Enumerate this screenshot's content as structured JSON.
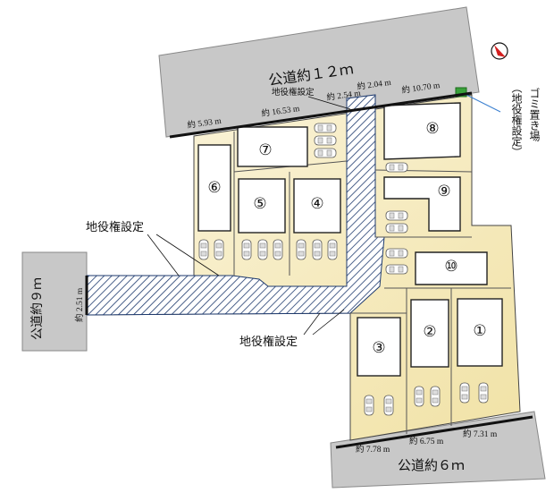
{
  "roads": {
    "north": "公道約１２ｍ",
    "west": "公道約９ｍ",
    "south": "公道約６ｍ"
  },
  "measurements": {
    "north_a": "約 5.93 m",
    "north_b": "約 16.53 m",
    "north_c": "約 2.54 m",
    "north_d": "約 2.04 m",
    "north_e": "約 10.70 m",
    "west_width": "約 2.51 m",
    "south_a": "約 7.78 m",
    "south_b": "約 6.75 m",
    "south_c": "約 7.31 m"
  },
  "labels": {
    "easement_small": "地役権設定",
    "easement_left": "地役権設定",
    "easement_bottom": "地役権設定",
    "garbage_main": "ゴミ置き場",
    "garbage_sub": "（地役権設定）"
  },
  "lots": [
    {
      "id": "lot-1",
      "label": "①"
    },
    {
      "id": "lot-2",
      "label": "②"
    },
    {
      "id": "lot-3",
      "label": "③"
    },
    {
      "id": "lot-4",
      "label": "④"
    },
    {
      "id": "lot-5",
      "label": "⑤"
    },
    {
      "id": "lot-6",
      "label": "⑥"
    },
    {
      "id": "lot-7",
      "label": "⑦"
    },
    {
      "id": "lot-8",
      "label": "⑧"
    },
    {
      "id": "lot-9",
      "label": "⑨"
    },
    {
      "id": "lot-10",
      "label": "⑩"
    }
  ],
  "colors": {
    "road": "#c8c8c8",
    "lot_fill": "#f7eec8",
    "house": "#ffffff",
    "easement_hatch": "#1e3a6e",
    "garbage": "#3aa13a"
  },
  "north_icon": "north-arrow-icon"
}
